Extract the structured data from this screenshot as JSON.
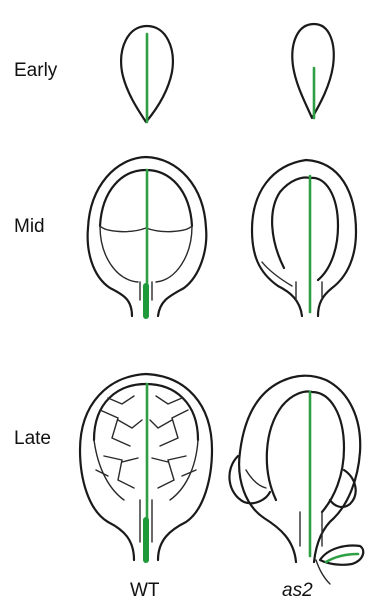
{
  "rows": [
    {
      "label": "Early"
    },
    {
      "label": "Mid"
    },
    {
      "label": "Late"
    }
  ],
  "columns": [
    {
      "label": "WT",
      "italic": false
    },
    {
      "label": "as2",
      "italic": true
    }
  ],
  "colors": {
    "outline": "#1a1a1a",
    "vein": "#2ea043",
    "background": "#ffffff"
  }
}
